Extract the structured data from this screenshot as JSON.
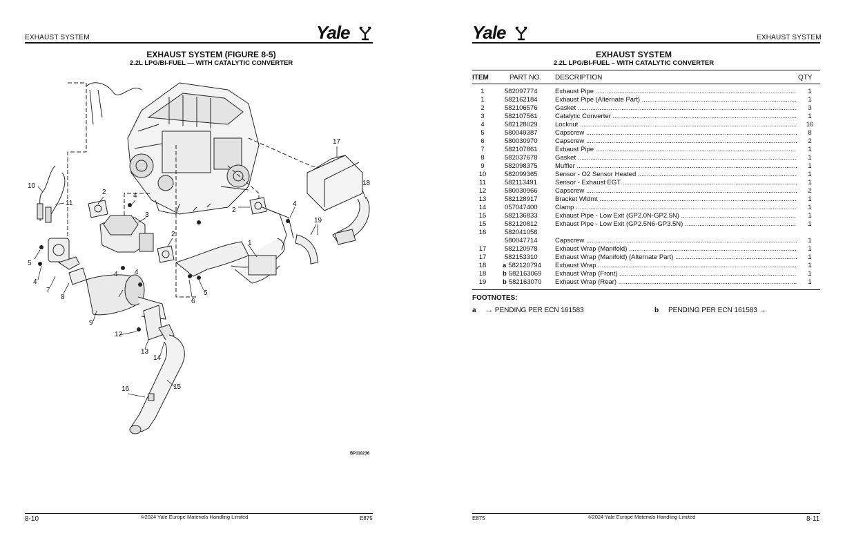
{
  "left_page": {
    "header_label": "EXHAUST SYSTEM",
    "brand": "Yale",
    "title": "EXHAUST SYSTEM (FIGURE 8-5)",
    "subtitle": "2.2L LPG/BI-FUEL — WITH CATALYTIC CONVERTER",
    "figure_id": "BP110236",
    "callouts": [
      "1",
      "2",
      "2",
      "2",
      "3",
      "4",
      "4",
      "4",
      "4",
      "5",
      "5",
      "6",
      "7",
      "8",
      "9",
      "10",
      "11",
      "12",
      "13",
      "14",
      "15",
      "16",
      "17",
      "18",
      "19"
    ],
    "footer": {
      "page_number": "8-10",
      "copyright": "©2024 Yale Europe Materials Handling Limited",
      "model": "E875"
    }
  },
  "right_page": {
    "header_label": "EXHAUST SYSTEM",
    "brand": "Yale",
    "title": "EXHAUST SYSTEM",
    "subtitle": "2.2L LPG/BI-FUEL – WITH CATALYTIC CONVERTER",
    "columns": {
      "item": "ITEM",
      "part_no": "PART NO.",
      "description": "DESCRIPTION",
      "qty": "QTY"
    },
    "rows": [
      {
        "item": "1",
        "flag": "",
        "part": "582097774",
        "desc": "Exhaust Pipe",
        "qty": "1"
      },
      {
        "item": "1",
        "flag": "",
        "part": "582162184",
        "desc": "Exhaust Pipe (Alternate Part)",
        "qty": "1"
      },
      {
        "item": "2",
        "flag": "",
        "part": "582106576",
        "desc": "Gasket",
        "qty": "3"
      },
      {
        "item": "3",
        "flag": "",
        "part": "582107561",
        "desc": "Catalytic Converter",
        "qty": "1"
      },
      {
        "item": "4",
        "flag": "",
        "part": "582128029",
        "desc": "Locknut",
        "qty": "16"
      },
      {
        "item": "5",
        "flag": "",
        "part": "580049387",
        "desc": "Capscrew",
        "qty": "8"
      },
      {
        "item": "6",
        "flag": "",
        "part": "580030970",
        "desc": "Capscrew",
        "qty": "2"
      },
      {
        "item": "7",
        "flag": "",
        "part": "582107861",
        "desc": "Exhaust Pipe",
        "qty": "1"
      },
      {
        "item": "8",
        "flag": "",
        "part": "582037678",
        "desc": "Gasket",
        "qty": "1"
      },
      {
        "item": "9",
        "flag": "",
        "part": "582098375",
        "desc": "Muffler",
        "qty": "1"
      },
      {
        "item": "10",
        "flag": "",
        "part": "582099365",
        "desc": "Sensor - O2 Sensor Heated",
        "qty": "1"
      },
      {
        "item": "11",
        "flag": "",
        "part": "582113491",
        "desc": "Sensor - Exhaust EGT",
        "qty": "1"
      },
      {
        "item": "12",
        "flag": "",
        "part": "580030966",
        "desc": "Capscrew",
        "qty": "2"
      },
      {
        "item": "13",
        "flag": "",
        "part": "582128917",
        "desc": "Bracket Wldmt",
        "qty": "1"
      },
      {
        "item": "14",
        "flag": "",
        "part": "057047400",
        "desc": "Clamp",
        "qty": "1"
      },
      {
        "item": "15",
        "flag": "",
        "part": "582136833",
        "desc": "Exhaust Pipe - Low Exit (GP2.0N-GP2.5N)",
        "qty": "1"
      },
      {
        "item": "15",
        "flag": "",
        "part": "582120812",
        "desc": "Exhaust Pipe - Low Exit (GP2.5N6-GP3.5N)",
        "qty": "1"
      },
      {
        "item": "16",
        "flag": "",
        "part": "582041056",
        "desc": "",
        "qty": ""
      },
      {
        "item": "",
        "flag": "",
        "part": "580047714",
        "desc": "Capscrew",
        "qty": "1"
      },
      {
        "item": "17",
        "flag": "",
        "part": "582120978",
        "desc": "Exhaust Wrap (Manifold)",
        "qty": "1"
      },
      {
        "item": "17",
        "flag": "",
        "part": "582153310",
        "desc": "Exhaust Wrap (Manifold) (Alternate Part)",
        "qty": "1"
      },
      {
        "item": "18",
        "flag": "a",
        "part": "582120794",
        "desc": "Exhaust Wrap",
        "qty": "1"
      },
      {
        "item": "18",
        "flag": "b",
        "part": "582163069",
        "desc": "Exhaust Wrap (Front)",
        "qty": "1"
      },
      {
        "item": "19",
        "flag": "b",
        "part": "582163070",
        "desc": "Exhaust Wrap (Rear)",
        "qty": "1"
      }
    ],
    "footnotes_label": "FOOTNOTES:",
    "footnotes": [
      {
        "letter": "a",
        "text": "→ PENDING PER ECN 161583"
      },
      {
        "letter": "b",
        "text": "PENDING PER ECN 161583 →"
      }
    ],
    "footer": {
      "page_number": "8-11",
      "copyright": "©2024 Yale Europe Materials Handling Limited",
      "model": "E875"
    }
  }
}
